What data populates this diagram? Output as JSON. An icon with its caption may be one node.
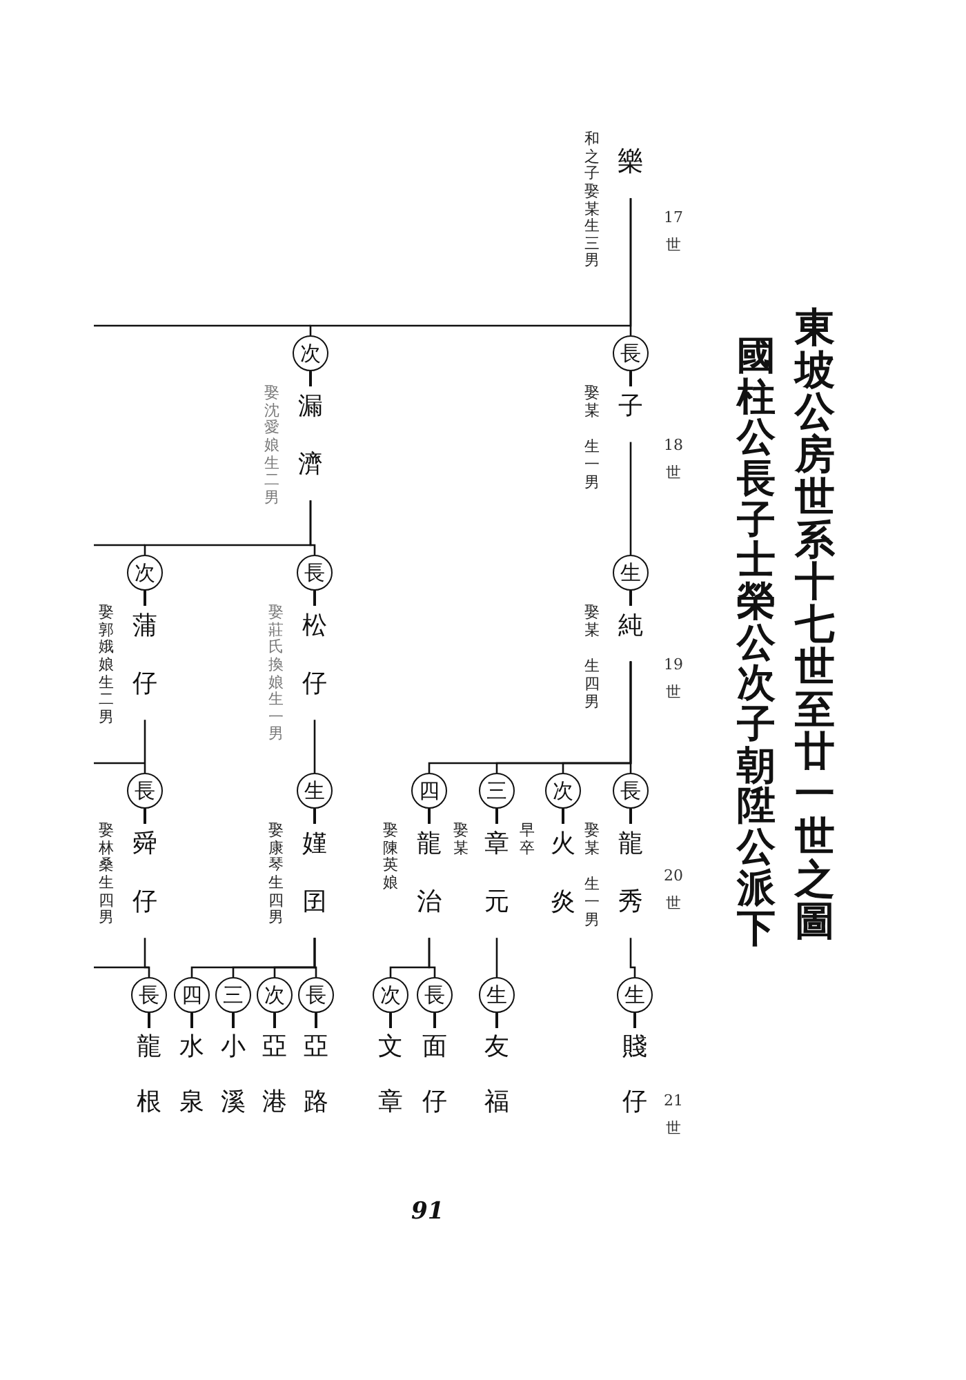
{
  "diagram": {
    "title": "東坡公房世系十七世至廿一世之圖",
    "nodes": [
      {
        "text": [
          "樂"
        ],
        "beside": [
          "和之子娶某生三男"
        ]
      },
      {
        "text": [
          "長",
          "子"
        ],
        "beside": [
          "娶某",
          "生一男"
        ]
      },
      {
        "text": [
          "次",
          "漏濟"
        ],
        "beside": [
          "娶沈愛娘生二男"
        ]
      },
      {
        "text": [
          "生",
          "純"
        ],
        "beside": [
          "娶某",
          "生四男"
        ]
      },
      {
        "text": [
          "長",
          "松仔"
        ],
        "beside": [
          "娶莊氏換娘生一男"
        ]
      },
      {
        "text": [
          "次",
          "蒲仔"
        ],
        "beside": [
          "娶郭娥娘生二男"
        ]
      },
      {
        "text": [
          "長",
          "龍秀"
        ],
        "beside": [
          "娶某",
          "生一男"
        ]
      },
      {
        "text": [
          "次",
          "火炎"
        ],
        "beside": [
          "早卒"
        ]
      },
      {
        "text": [
          "三",
          "章元"
        ],
        "beside": [
          "娶某"
        ]
      },
      {
        "text": [
          "四",
          "龍治"
        ],
        "beside": [
          "娶陳英娘"
        ]
      },
      {
        "text": [
          "生",
          "嫤囝"
        ],
        "beside": [
          "娶康琴生四男"
        ]
      },
      {
        "text": [
          "長",
          "舜仔"
        ],
        "beside": [
          "娶林桑生四男"
        ]
      },
      {
        "text": [
          "生",
          "賤仔"
        ]
      },
      {
        "text": [
          "生",
          "友福"
        ]
      },
      {
        "text": [
          "長",
          "面仔"
        ]
      },
      {
        "text": [
          "次",
          "文章"
        ]
      },
      {
        "text": [
          "長",
          "亞路"
        ]
      },
      {
        "text": [
          "次",
          "亞港"
        ]
      },
      {
        "text": [
          "三",
          "小溪"
        ]
      },
      {
        "text": [
          "四",
          "水泉"
        ]
      },
      {
        "text": [
          "長",
          "龍根"
        ]
      }
    ],
    "edges": [
      {
        "from": 0,
        "to": 1,
        "arrow": "none"
      },
      {
        "from": 0,
        "to": 2,
        "arrow": "none"
      },
      {
        "from": 1,
        "to": 3,
        "arrow": "none"
      },
      {
        "from": 2,
        "to": 4,
        "arrow": "none"
      },
      {
        "from": 2,
        "to": 5,
        "arrow": "none"
      },
      {
        "from": 3,
        "to": 6,
        "arrow": "none"
      },
      {
        "from": 3,
        "to": 7,
        "arrow": "none"
      },
      {
        "from": 3,
        "to": 8,
        "arrow": "none"
      },
      {
        "from": 3,
        "to": 9,
        "arrow": "none"
      },
      {
        "from": 4,
        "to": 10,
        "arrow": "none"
      },
      {
        "from": 5,
        "to": 11,
        "arrow": "none"
      },
      {
        "from": 6,
        "to": 12,
        "arrow": "none"
      },
      {
        "from": 8,
        "to": 13,
        "arrow": "none"
      },
      {
        "from": 9,
        "to": 14,
        "arrow": "none"
      },
      {
        "from": 9,
        "to": 15,
        "arrow": "none"
      },
      {
        "from": 10,
        "to": 16,
        "arrow": "none"
      },
      {
        "from": 10,
        "to": 17,
        "arrow": "none"
      },
      {
        "from": 10,
        "to": 18,
        "arrow": "none"
      },
      {
        "from": 10,
        "to": 19,
        "arrow": "none"
      },
      {
        "from": 11,
        "to": 20,
        "arrow": "none"
      }
    ],
    "labels": [
      "國柱公長子士榮公次子朝陞公派下",
      "17 世",
      "18 世",
      "19 世",
      "20 世",
      "21 世",
      "91"
    ]
  }
}
